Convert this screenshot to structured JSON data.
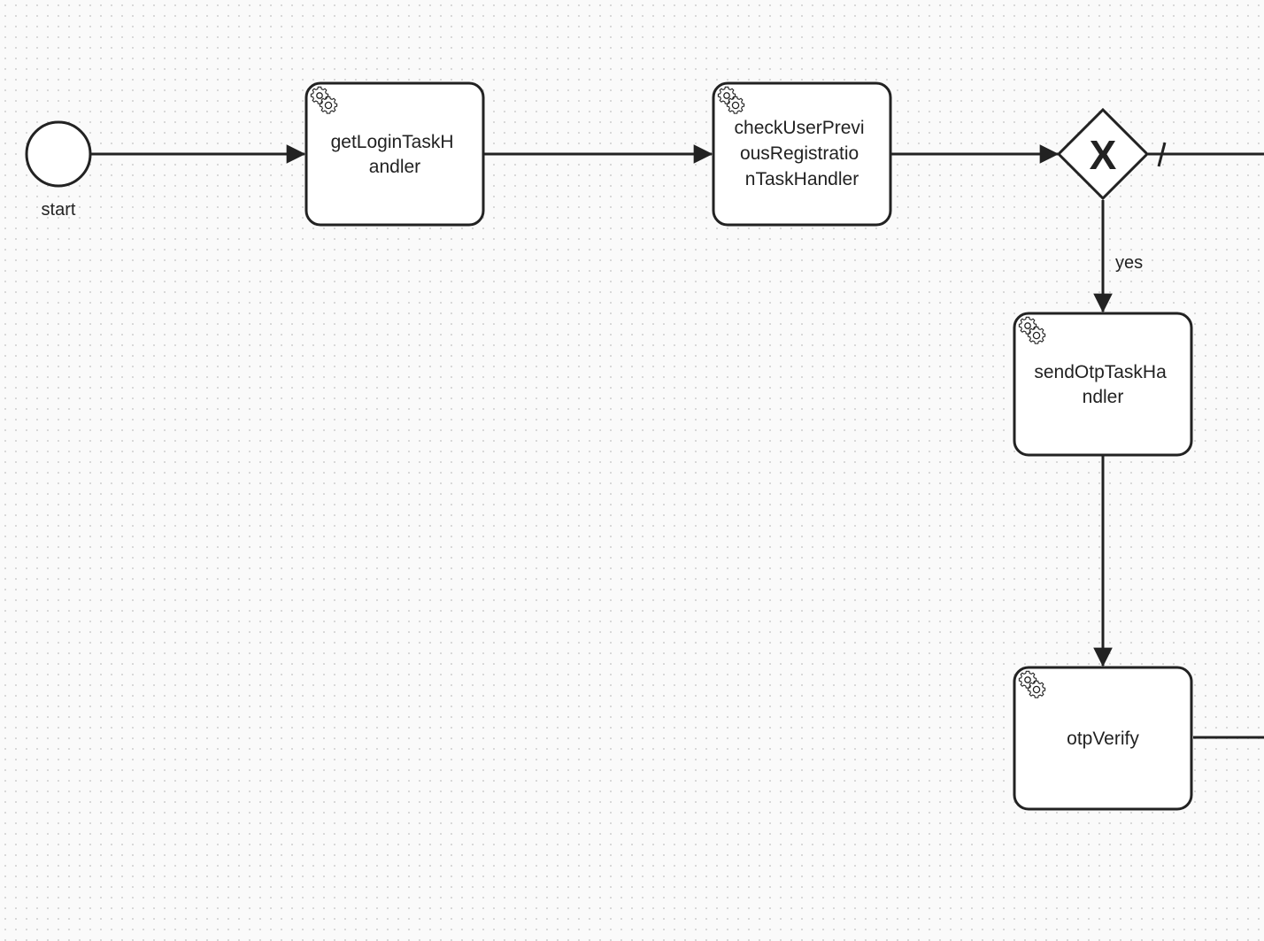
{
  "diagram": {
    "start_event": {
      "label": "start"
    },
    "tasks": [
      {
        "id": "getLoginTaskHandler",
        "lines": [
          "getLoginTaskH",
          "andler"
        ]
      },
      {
        "id": "checkUserPreviousRegistrationTaskHandler",
        "lines": [
          "checkUserPrevi",
          "ousRegistratio",
          "nTaskHandler"
        ]
      },
      {
        "id": "sendOtpTaskHandler",
        "lines": [
          "sendOtpTaskHa",
          "ndler"
        ]
      },
      {
        "id": "otpVerify",
        "lines": [
          "otpVerify"
        ]
      }
    ],
    "gateway": {
      "type": "exclusive",
      "marker": "X"
    },
    "flows": [
      {
        "from": "start",
        "to": "getLoginTaskHandler",
        "label": ""
      },
      {
        "from": "getLoginTaskHandler",
        "to": "checkUserPreviousRegistrationTaskHandler",
        "label": ""
      },
      {
        "from": "checkUserPreviousRegistrationTaskHandler",
        "to": "gateway",
        "label": ""
      },
      {
        "from": "gateway",
        "to": "sendOtpTaskHandler",
        "label": "yes"
      },
      {
        "from": "gateway",
        "to": "off-canvas",
        "label": "",
        "default": true
      },
      {
        "from": "sendOtpTaskHandler",
        "to": "otpVerify",
        "label": ""
      },
      {
        "from": "otpVerify",
        "to": "off-canvas",
        "label": ""
      }
    ]
  },
  "icons": {
    "task_icon": "gear-icon"
  }
}
